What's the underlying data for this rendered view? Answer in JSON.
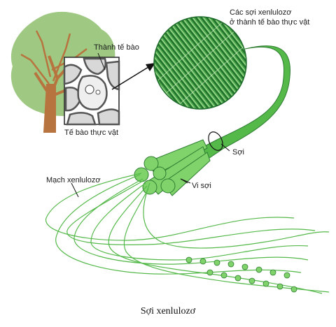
{
  "labels": {
    "cell_wall": "Thành tế bào",
    "plant_cell": "Tế bào thực vật",
    "fibrils_line1": "Các sợi xenlulozơ",
    "fibrils_line2": "ở thành tế bào thực vật",
    "fiber": "Sợi",
    "microfiber": "Vi sợi",
    "cellulose_chain": "Mạch xenlulozơ"
  },
  "caption": "Sợi xenlulozơ",
  "colors": {
    "tree_canopy": "#9fc983",
    "trunk": "#b8743f",
    "fiber_green": "#55b94a",
    "dark_green": "#2e7d32",
    "cell_gray": "#8c8c8c"
  }
}
